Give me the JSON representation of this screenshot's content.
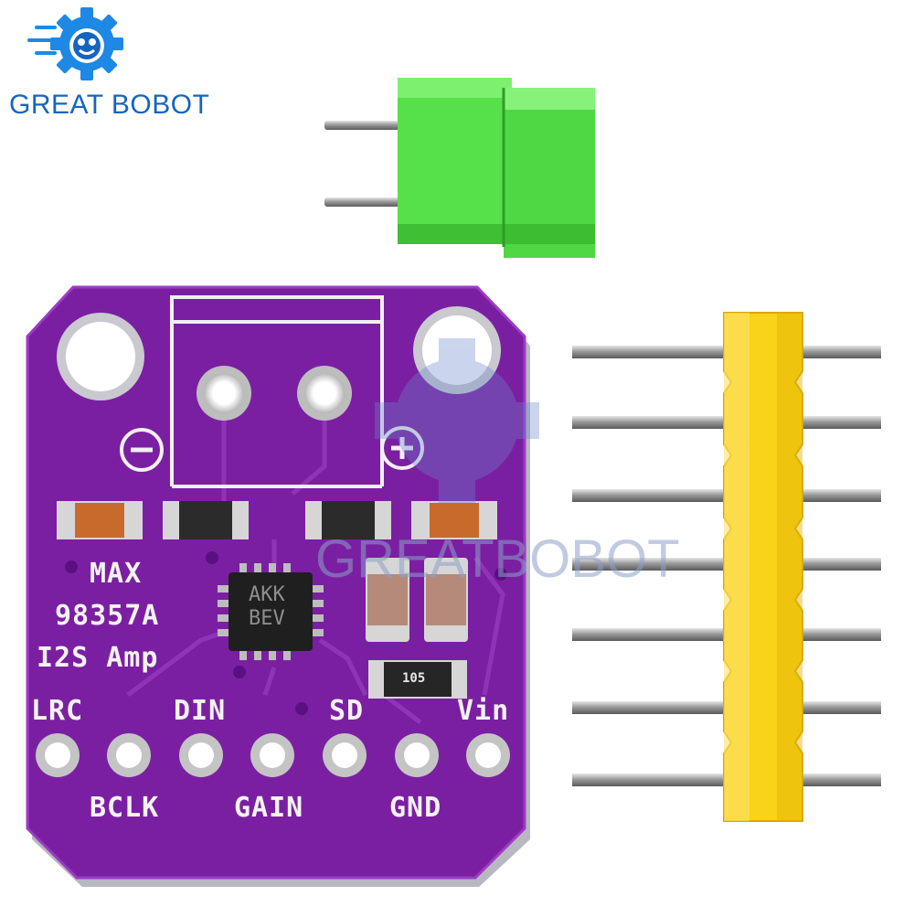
{
  "brand": {
    "name": "GREAT BOBOT",
    "logo_icon": "gear-robot-icon",
    "color": "#1565c0"
  },
  "watermark": {
    "text": "GREATBOBOT"
  },
  "board": {
    "color": "#7b1fa2",
    "labels": {
      "line1": "MAX",
      "line2": "98357A",
      "line3": "I2S Amp"
    },
    "chip_marking": {
      "line1": "AKK",
      "line2": "BEV"
    },
    "resistor_marking": "105",
    "pins_top": [
      "LRC",
      "DIN",
      "SD",
      "Vin"
    ],
    "pins_bottom": [
      "BCLK",
      "GAIN",
      "GND"
    ],
    "terminal_symbols": {
      "minus": "−",
      "plus": "+"
    }
  },
  "accessories": {
    "terminal_block": {
      "color": "#43d63a",
      "pin_count": 2
    },
    "pin_header": {
      "color": "#f9d21a",
      "pin_count": 7
    }
  }
}
